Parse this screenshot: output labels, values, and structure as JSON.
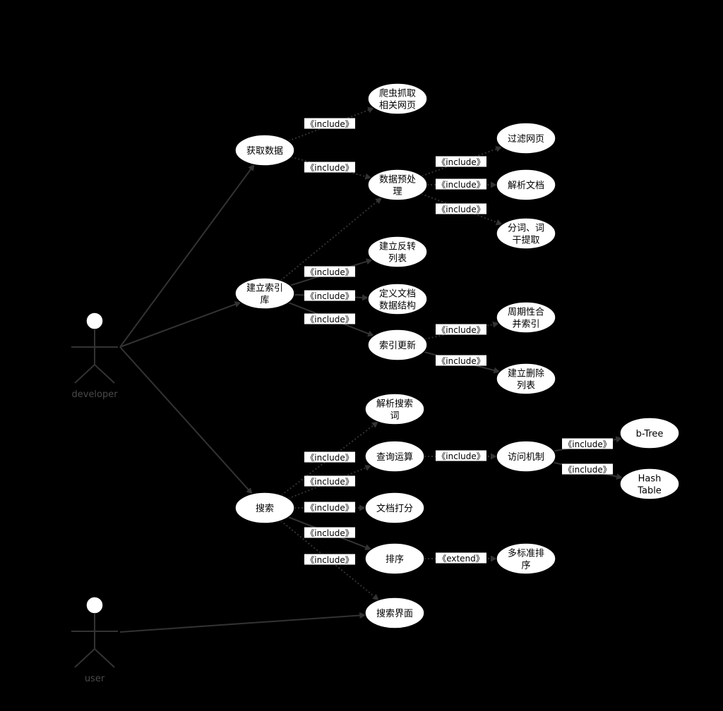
{
  "diagram": {
    "background": "#000000",
    "actors": [
      {
        "id": "developer",
        "label": "developer"
      },
      {
        "id": "user",
        "label": "user"
      }
    ],
    "use_cases": [
      {
        "id": "uc_fetch",
        "lines": [
          "获取数据"
        ]
      },
      {
        "id": "uc_crawl",
        "lines": [
          "爬虫抓取",
          "相关网页"
        ]
      },
      {
        "id": "uc_preprocess",
        "lines": [
          "数据预处",
          "理"
        ]
      },
      {
        "id": "uc_filter",
        "lines": [
          "过滤网页"
        ]
      },
      {
        "id": "uc_parse_doc",
        "lines": [
          "解析文档"
        ]
      },
      {
        "id": "uc_segment",
        "lines": [
          "分词、词",
          "干提取"
        ]
      },
      {
        "id": "uc_build_index",
        "lines": [
          "建立索引",
          "库"
        ]
      },
      {
        "id": "uc_inverted",
        "lines": [
          "建立反转",
          "列表"
        ]
      },
      {
        "id": "uc_define_doc",
        "lines": [
          "定义文档",
          "数据结构"
        ]
      },
      {
        "id": "uc_index_update",
        "lines": [
          "索引更新"
        ]
      },
      {
        "id": "uc_periodic_merge",
        "lines": [
          "周期性合",
          "并索引"
        ]
      },
      {
        "id": "uc_delete_list",
        "lines": [
          "建立删除",
          "列表"
        ]
      },
      {
        "id": "uc_search",
        "lines": [
          "搜索"
        ]
      },
      {
        "id": "uc_parse_query",
        "lines": [
          "解析搜索",
          "词"
        ]
      },
      {
        "id": "uc_query_op",
        "lines": [
          "查询运算"
        ]
      },
      {
        "id": "uc_access",
        "lines": [
          "访问机制"
        ]
      },
      {
        "id": "uc_btree",
        "lines": [
          "b-Tree"
        ]
      },
      {
        "id": "uc_hash",
        "lines": [
          "Hash",
          "Table"
        ]
      },
      {
        "id": "uc_scoring",
        "lines": [
          "文档打分"
        ]
      },
      {
        "id": "uc_sort",
        "lines": [
          "排序"
        ]
      },
      {
        "id": "uc_multisort",
        "lines": [
          "多标准排",
          "序"
        ]
      },
      {
        "id": "uc_search_ui",
        "lines": [
          "搜索界面"
        ]
      }
    ],
    "associations": [
      {
        "from": "developer",
        "to": "uc_fetch"
      },
      {
        "from": "developer",
        "to": "uc_build_index"
      },
      {
        "from": "developer",
        "to": "uc_search"
      },
      {
        "from": "user",
        "to": "uc_search_ui"
      }
    ],
    "relations": [
      {
        "from": "uc_fetch",
        "to": "uc_crawl",
        "label": "《include》",
        "style": "dotted"
      },
      {
        "from": "uc_fetch",
        "to": "uc_preprocess",
        "label": "《include》",
        "style": "dotted"
      },
      {
        "from": "uc_preprocess",
        "to": "uc_filter",
        "label": "《include》",
        "style": "dotted"
      },
      {
        "from": "uc_preprocess",
        "to": "uc_parse_doc",
        "label": "《include》",
        "style": "dotted"
      },
      {
        "from": "uc_preprocess",
        "to": "uc_segment",
        "label": "《include》",
        "style": "dotted"
      },
      {
        "from": "uc_build_index",
        "to": "uc_preprocess",
        "label": "",
        "style": "dotted"
      },
      {
        "from": "uc_build_index",
        "to": "uc_inverted",
        "label": "《include》",
        "style": "solid"
      },
      {
        "from": "uc_build_index",
        "to": "uc_define_doc",
        "label": "《include》",
        "style": "solid"
      },
      {
        "from": "uc_build_index",
        "to": "uc_index_update",
        "label": "《include》",
        "style": "solid"
      },
      {
        "from": "uc_index_update",
        "to": "uc_periodic_merge",
        "label": "《include》",
        "style": "dotted"
      },
      {
        "from": "uc_index_update",
        "to": "uc_delete_list",
        "label": "《include》",
        "style": "solid"
      },
      {
        "from": "uc_search",
        "to": "uc_parse_query",
        "label": "",
        "style": "dotted"
      },
      {
        "from": "uc_search",
        "to": "uc_query_op",
        "label": "《include》",
        "style": "dotted"
      },
      {
        "from": "uc_search",
        "to": "uc_scoring",
        "label": "《include》",
        "style": "dotted"
      },
      {
        "from": "uc_search",
        "to": "uc_sort",
        "label": "《include》",
        "style": "solid"
      },
      {
        "from": "uc_search",
        "to": "uc_search_ui",
        "label": "《include》",
        "style": "dotted"
      },
      {
        "from": "uc_search",
        "to": "uc_sort",
        "label": "《include》",
        "style": "dotted"
      },
      {
        "from": "uc_query_op",
        "to": "uc_access",
        "label": "《include》",
        "style": "dotted"
      },
      {
        "from": "uc_access",
        "to": "uc_btree",
        "label": "《include》",
        "style": "solid"
      },
      {
        "from": "uc_access",
        "to": "uc_hash",
        "label": "《include》",
        "style": "solid"
      },
      {
        "from": "uc_sort",
        "to": "uc_multisort",
        "label": "《extend》",
        "style": "dotted"
      }
    ]
  }
}
